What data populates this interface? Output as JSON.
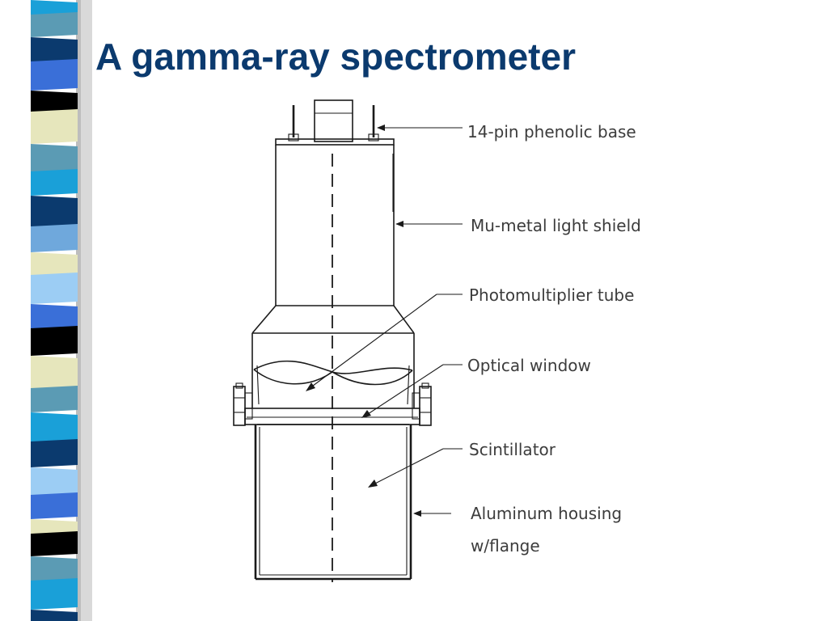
{
  "slide": {
    "title": "A gamma-ray spectrometer"
  },
  "diagram": {
    "labels": {
      "base": "14-pin phenolic base",
      "shield": "Mu-metal light shield",
      "pmt": "Photomultiplier tube",
      "window": "Optical window",
      "scintillator": "Scintillator",
      "housing_line1": "Aluminum housing",
      "housing_line2": "w/flange"
    }
  },
  "colors": {
    "title": "#0b3a6e",
    "stripe_palette": [
      "#1aa0d8",
      "#5b9bb4",
      "#0b3a6e",
      "#3a6fd8",
      "#000000",
      "#e6e6bc",
      "#9ccdf4",
      "#6fa8dc"
    ]
  }
}
